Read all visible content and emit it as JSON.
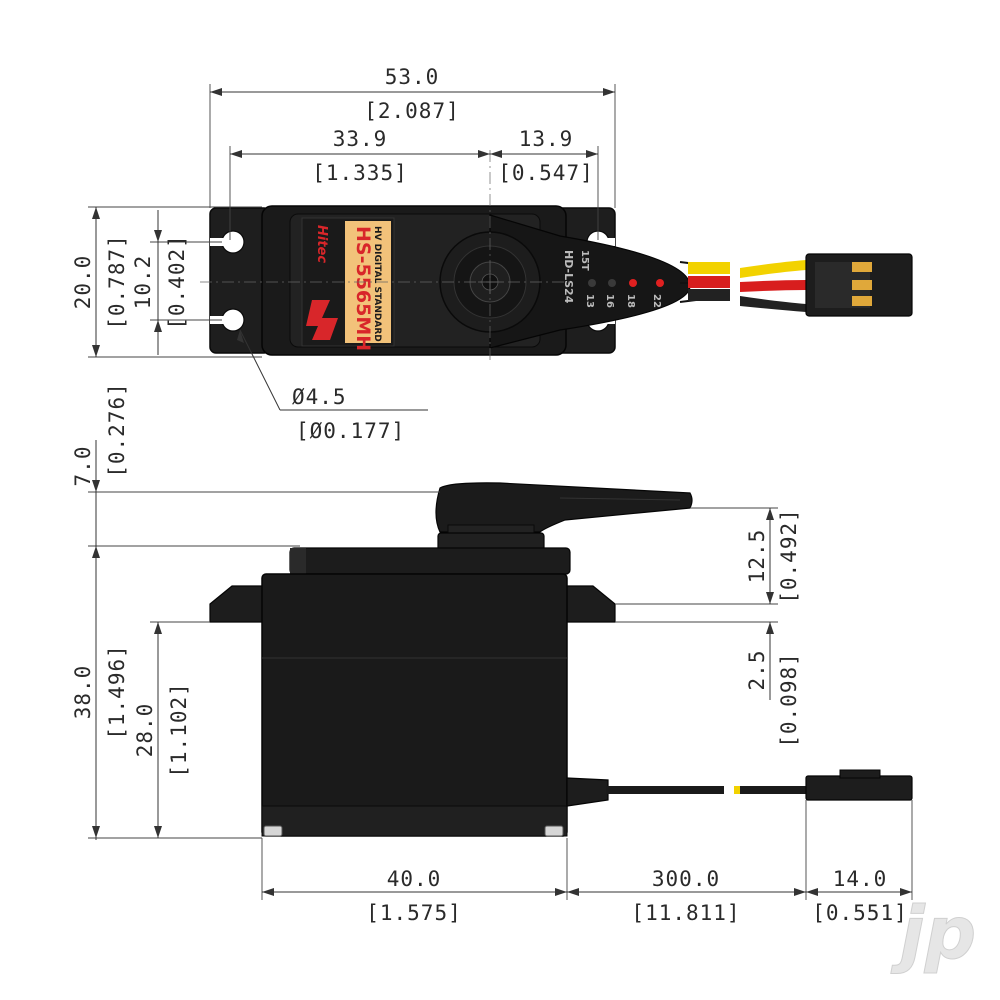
{
  "top_view": {
    "overall_width": "53.0",
    "overall_width_in": "[2.087]",
    "width_to_axis": "33.9",
    "width_to_axis_in": "[1.335]",
    "axis_to_tab": "13.9",
    "axis_to_tab_in": "[0.547]",
    "depth": "20.0",
    "depth_in": "[0.787]",
    "hole_spacing": "10.2",
    "hole_spacing_in": "[0.402]",
    "hole_diameter": "Ø4.5",
    "hole_diameter_in": "[Ø0.177]"
  },
  "side_view": {
    "horn_height": "7.0",
    "horn_height_in": "[0.276]",
    "body_height": "38.0",
    "body_height_in": "[1.496]",
    "mount_height": "28.0",
    "mount_height_in": "[1.102]",
    "horn_to_flange": "12.5",
    "horn_to_flange_in": "[0.492]",
    "flange_thickness": "2.5",
    "flange_thickness_in": "[0.098]",
    "body_length": "40.0",
    "body_length_in": "[1.575]",
    "cable_length": "300.0",
    "cable_length_in": "[11.811]",
    "connector_length": "14.0",
    "connector_length_in": "[0.551]"
  },
  "label": {
    "brand": "Hitec",
    "model": "HS-5565MH",
    "subtitle": "HV DIGITAL STANDARD",
    "horn_text": "HD-LS24",
    "horn_marks": [
      "22",
      "18",
      "16",
      "13"
    ],
    "horn_side": "15T"
  },
  "watermark": "jp",
  "colors": {
    "body": "#1c1c1c",
    "label_bg": "#f2c27a",
    "label_red": "#d8262a",
    "wire_yellow": "#f2d200",
    "wire_red": "#d81e1e",
    "wire_black": "#222222"
  }
}
